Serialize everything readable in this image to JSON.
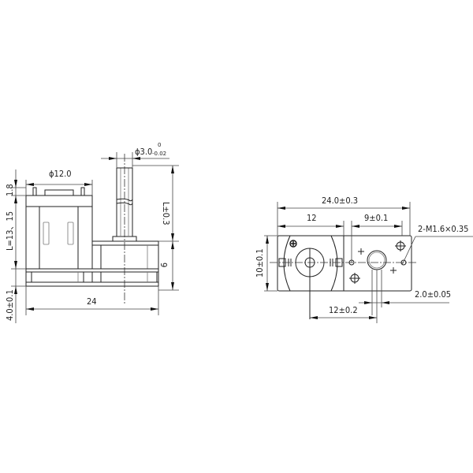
{
  "side_view": {
    "dims": {
      "shaft_diameter": "ϕ3.0",
      "shaft_tol_upper": "0",
      "shaft_tol_lower": "-0.02",
      "motor_diameter": "ϕ12.0",
      "cap_height": "1.8",
      "motor_length": "L=13、15",
      "base_height": "4.0±0.1",
      "shaft_length": "L±0.3",
      "gearbox_height": "9",
      "total_width": "24"
    }
  },
  "front_view": {
    "dims": {
      "total_width": "24.0±0.3",
      "motor_offset": "12",
      "hole_spacing": "9±0.1",
      "thread_spec": "2-M1.6×0.35",
      "height": "10±0.1",
      "shaft_offset_tol": "2.0±0.05",
      "shaft_center_distance": "12±0.2"
    }
  }
}
